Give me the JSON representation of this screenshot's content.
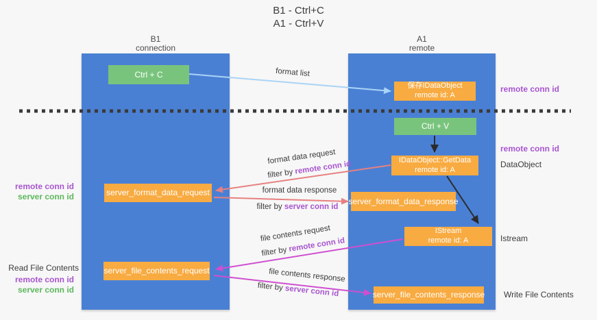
{
  "title": {
    "line1": "B1 - Ctrl+C",
    "line2": "A1 - Ctrl+V"
  },
  "columns": {
    "left": {
      "name": "B1",
      "role": "connection"
    },
    "right": {
      "name": "A1",
      "role": "remote"
    }
  },
  "boxes": {
    "ctrl_c": {
      "label": "Ctrl + C"
    },
    "ctrl_v": {
      "label": "Ctrl + V"
    },
    "save_dataobject": {
      "line1": "保存IDataObject",
      "line2": "remote id: A"
    },
    "getdata": {
      "line1": "IDataObject::GetData",
      "line2": "remote id: A"
    },
    "istream": {
      "line1": "IStream",
      "line2": "remote id: A"
    },
    "server_format_data_request": {
      "label": "server_format_data_request"
    },
    "server_format_data_response": {
      "label": "server_format_data_response"
    },
    "server_file_contents_request": {
      "label": "server_file_contents_request"
    },
    "server_file_contents_response": {
      "label": "server_file_contents_response"
    }
  },
  "arrow_labels": {
    "format_list": "format list",
    "format_data_request": "format data request",
    "format_data_response": "format data response",
    "file_contents_request": "file contents request",
    "file_contents_response": "file contents response",
    "filter_prefix": "filter by",
    "remote_conn_id": "remote conn id",
    "server_conn_id": "server conn id"
  },
  "side_labels": {
    "right_top_remote_conn_id": "remote conn id",
    "right_mid_remote_conn_id": "remote conn id",
    "dataobject": "DataObject",
    "istream": "Istream",
    "write_file_contents": "Write File Contents",
    "read_file_contents": "Read File Contents",
    "left_remote_conn_id": "remote conn id",
    "left_server_conn_id": "server conn id",
    "bottom_left_remote_conn_id": "remote conn id",
    "bottom_left_server_conn_id": "server conn id"
  },
  "colors": {
    "column_blue": "#4a80d4",
    "box_green": "#79c47d",
    "box_orange": "#f8ab41",
    "arrow_light_blue": "#aad4f5",
    "arrow_salmon": "#e88080",
    "arrow_magenta": "#cf4fd0",
    "arrow_black": "#2b2b2b",
    "text_purple": "#a855cf",
    "text_green": "#5cb85c"
  }
}
